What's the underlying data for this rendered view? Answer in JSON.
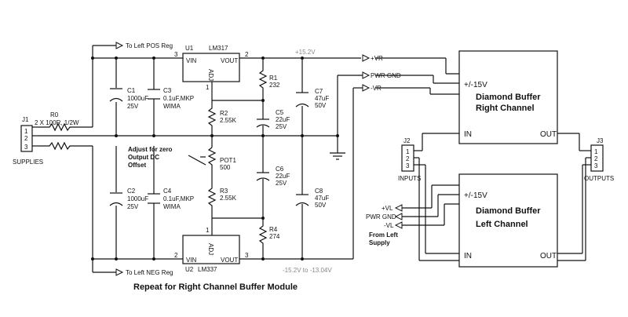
{
  "labels": {
    "to_left_pos": "To Left POS Reg",
    "to_left_neg": "To Left NEG Reg",
    "u1": "U1",
    "u1_part": "LM317",
    "u2": "U2",
    "u2_part": "LM337",
    "vin": "VIN",
    "vout": "VOUT",
    "adj": "ADJ",
    "pin3": "3",
    "pin2": "2",
    "pin1": "1",
    "j1": "J1",
    "supplies": "SUPPLIES",
    "r0": "R0",
    "r0_val": "2 X 100R, 1/2W",
    "c1": "C1",
    "c1_v1": "1000uF",
    "c1_v2": "25V",
    "c2": "C2",
    "c2_v1": "1000uF",
    "c2_v2": "25V",
    "c3": "C3",
    "c3_v1": "0.1uF,MKP",
    "c3_v2": "WIMA",
    "c4": "C4",
    "c4_v1": "0.1uF,MKP",
    "c4_v2": "WIMA",
    "r1": "R1",
    "r1_v": "232",
    "r2": "R2",
    "r2_v": "2.55K",
    "r3": "R3",
    "r3_v": "2.55K",
    "r4": "R4",
    "r4_v": "274",
    "pot1": "POT1",
    "pot1_v": "500",
    "c5": "C5",
    "c5_v1": "22uF",
    "c5_v2": "25V",
    "c6": "C6",
    "c6_v1": "22uF",
    "c6_v2": "25V",
    "c7": "C7",
    "c7_v1": "47uF",
    "c7_v2": "50V",
    "c8": "C8",
    "c8_v1": "47uF",
    "c8_v2": "50V",
    "adjust_1": "Adjust for zero",
    "adjust_2": "Output DC",
    "adjust_3": "Offset",
    "plus_v": "+15.2V",
    "minus_v": "-15.2V to -13.04V",
    "plus_vr": "+VR",
    "pwr_gnd": "PWR GND",
    "minus_vr": "-VR",
    "pm15": "+/-15V",
    "db_right_1": "Diamond Buffer",
    "db_right_2": "Right Channel",
    "db_left_1": "Diamond Buffer",
    "db_left_2": "Left Channel",
    "in": "IN",
    "out": "OUT",
    "j2": "J2",
    "inputs": "INPUTS",
    "j3": "J3",
    "outputs": "OUTPUTS",
    "plus_vl": "+VL",
    "pwr_gnd_l": "PWR GND",
    "minus_vl": "-VL",
    "from_left_1": "From Left",
    "from_left_2": "Supply",
    "footer": "Repeat for Right Channel Buffer Module"
  }
}
